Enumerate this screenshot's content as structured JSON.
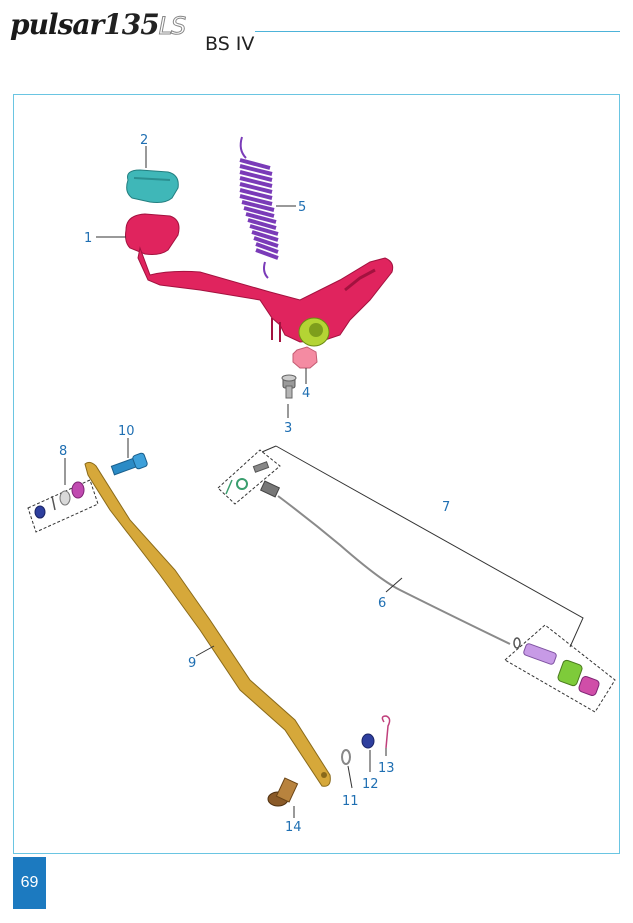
{
  "header": {
    "logo_brand": "pulsar",
    "logo_model": "135",
    "logo_suffix": "LS",
    "emission": "BS IV"
  },
  "page_number": "69",
  "diagram": {
    "callouts": [
      "1",
      "2",
      "3",
      "4",
      "5",
      "6",
      "7",
      "8",
      "9",
      "10",
      "11",
      "12",
      "13",
      "14"
    ]
  },
  "colors": {
    "frame": "#6ac5e2",
    "callout_text": "#1f6fb2",
    "page_badge": "#1c7ac0"
  }
}
